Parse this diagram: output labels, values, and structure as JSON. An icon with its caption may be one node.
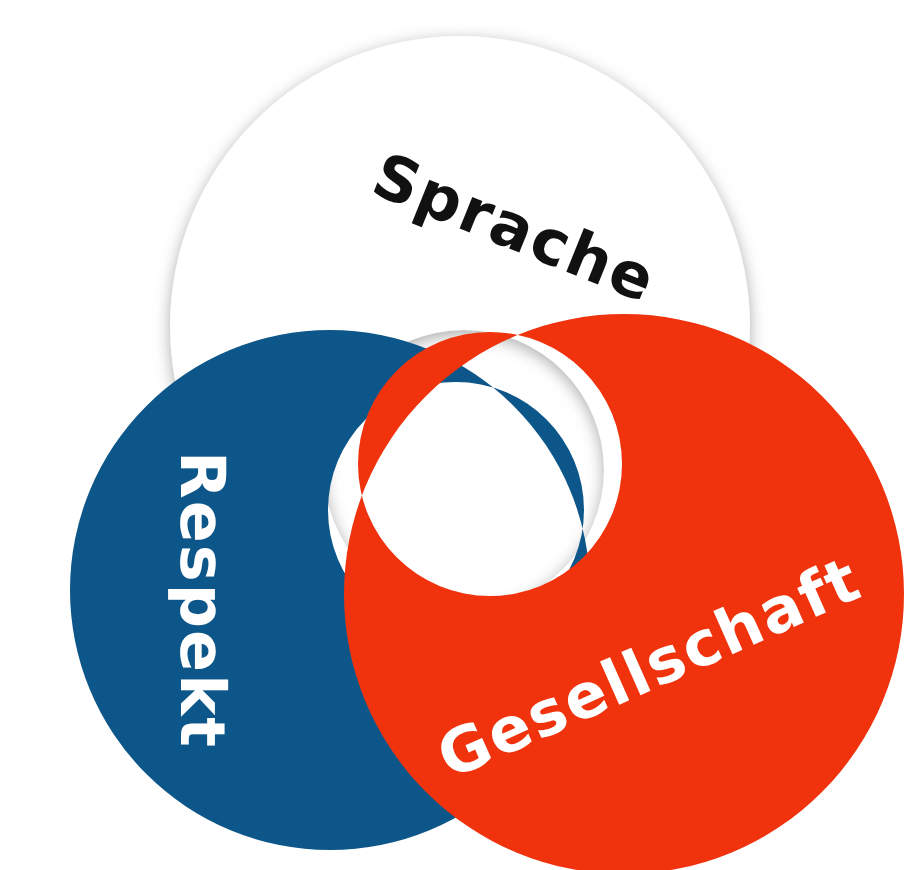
{
  "diagram": {
    "nodes": [
      {
        "text": [
          "Sprache"
        ]
      },
      {
        "text": [
          "Respekt"
        ]
      },
      {
        "text": [
          "Gesellschaft"
        ]
      }
    ]
  }
}
